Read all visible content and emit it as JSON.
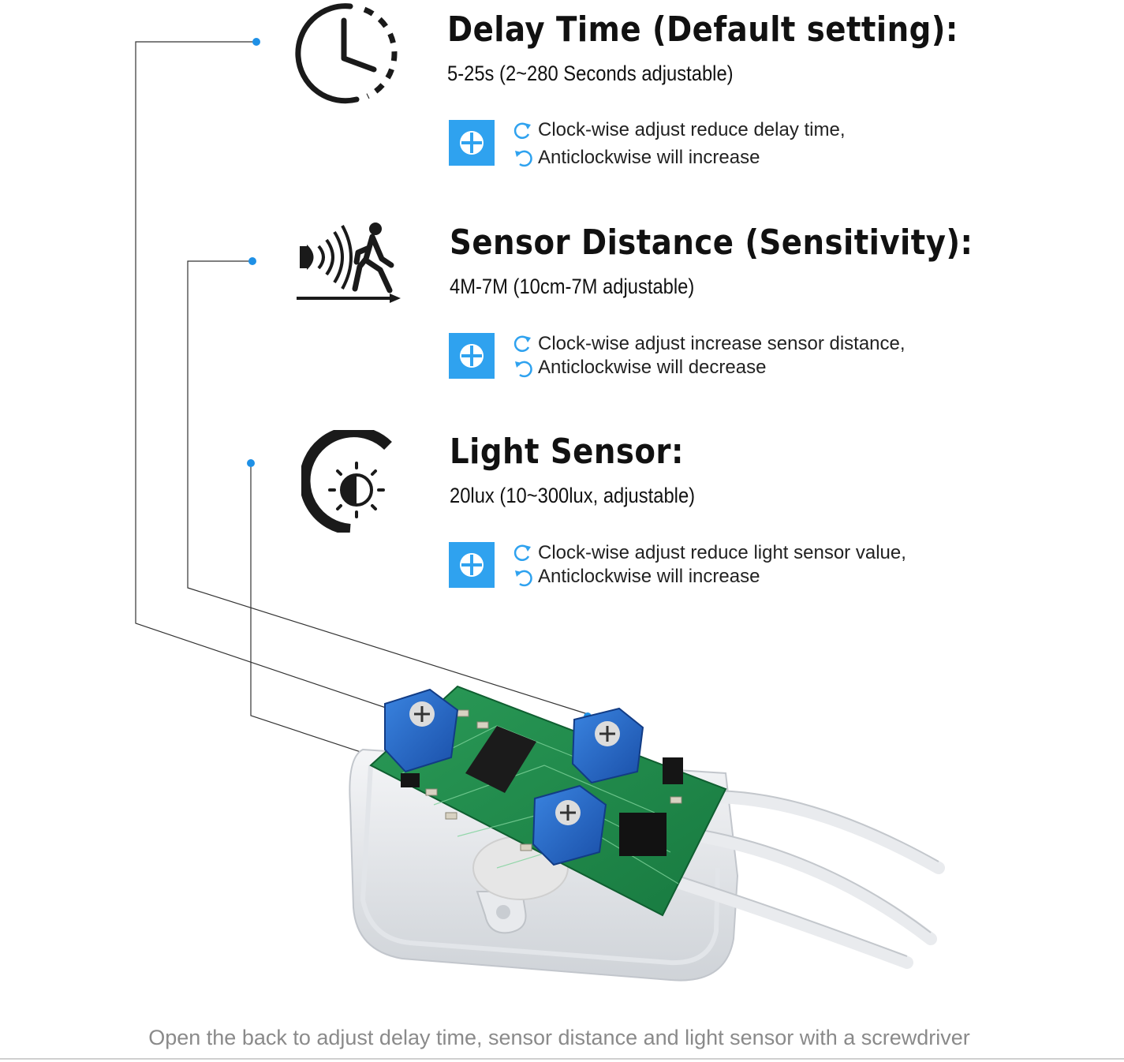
{
  "sections": [
    {
      "title": "Delay Time (Default setting):",
      "subtitle": "5-25s (2~280 Seconds adjustable)",
      "hint_clockwise": "Clock-wise adjust reduce delay time,",
      "hint_anticlockwise": "Anticlockwise will increase",
      "icon": "clock-icon"
    },
    {
      "title": "Sensor Distance (Sensitivity):",
      "subtitle": "4M-7M (10cm-7M adjustable)",
      "hint_clockwise": "Clock-wise adjust increase sensor distance,",
      "hint_anticlockwise": "Anticlockwise will decrease",
      "icon": "motion-sensor-icon"
    },
    {
      "title": "Light Sensor:",
      "subtitle": "20lux (10~300lux, adjustable)",
      "hint_clockwise": "Clock-wise adjust reduce light sensor value,",
      "hint_anticlockwise": "Anticlockwise will increase",
      "icon": "light-sensor-icon"
    }
  ],
  "footer": "Open the back to adjust delay time, sensor distance and light sensor with a screwdriver",
  "colors": {
    "accent": "#2fa2ef",
    "text": "#111111",
    "footer_text": "#8a8a8a",
    "pcb": "#1f8a4c",
    "potentiometer": "#1f63c8"
  }
}
